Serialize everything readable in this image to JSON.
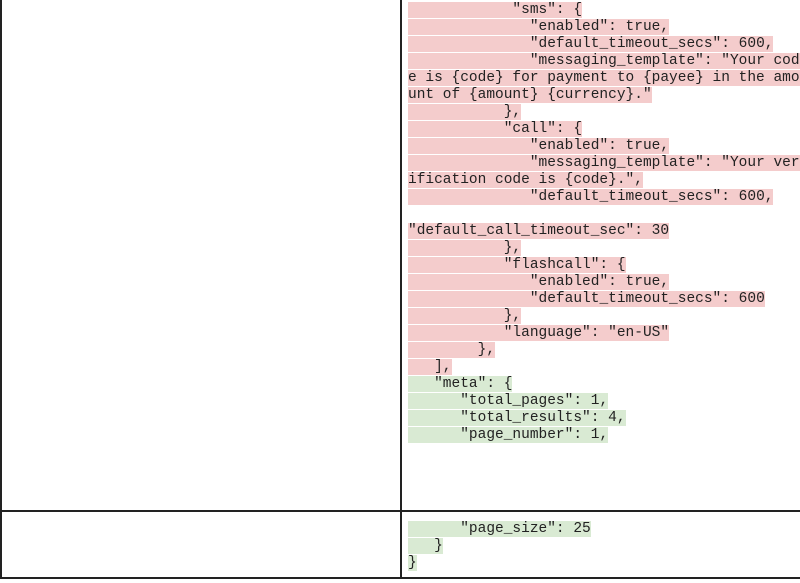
{
  "colors": {
    "deleted_highlight": "#f4cccc",
    "added_highlight": "#d9ead3",
    "border": "#222222"
  },
  "table": {
    "rows": [
      {
        "left_cell": "",
        "right_cell_lines": [
          {
            "text": "            \"sms\": {",
            "status": "deleted"
          },
          {
            "text": "              \"enabled\": true,",
            "status": "deleted"
          },
          {
            "text": "              \"default_timeout_secs\": 600,",
            "status": "deleted"
          },
          {
            "text": "              \"messaging_template\": \"Your code is {code} for payment to {payee} in the amount of {amount} {currency}.\"",
            "status": "deleted"
          },
          {
            "text": "           },",
            "status": "deleted"
          },
          {
            "text": "           \"call\": {",
            "status": "deleted"
          },
          {
            "text": "              \"enabled\": true,",
            "status": "deleted"
          },
          {
            "text": "              \"messaging_template\": \"Your verification code is {code}.\",",
            "status": "deleted"
          },
          {
            "text": "              \"default_timeout_secs\": 600,",
            "status": "deleted"
          },
          {
            "text": "\n\"default_call_timeout_sec\": 30",
            "status": "deleted"
          },
          {
            "text": "           },",
            "status": "deleted"
          },
          {
            "text": "           \"flashcall\": {",
            "status": "deleted"
          },
          {
            "text": "              \"enabled\": true,",
            "status": "deleted"
          },
          {
            "text": "              \"default_timeout_secs\": 600",
            "status": "deleted"
          },
          {
            "text": "           },",
            "status": "deleted"
          },
          {
            "text": "           \"language\": \"en-US\"",
            "status": "deleted"
          },
          {
            "text": "        },",
            "status": "deleted"
          },
          {
            "text": "   ],",
            "status": "deleted"
          },
          {
            "text": "   \"meta\": {",
            "status": "added"
          },
          {
            "text": "      \"total_pages\": 1,",
            "status": "added"
          },
          {
            "text": "      \"total_results\": 4,",
            "status": "added"
          },
          {
            "text": "      \"page_number\": 1,",
            "status": "added"
          }
        ]
      },
      {
        "left_cell": "",
        "right_cell_lines": [
          {
            "text": "      \"page_size\": 25",
            "status": "added"
          },
          {
            "text": "   }",
            "status": "added"
          },
          {
            "text": "}",
            "status": "added"
          }
        ]
      }
    ]
  }
}
